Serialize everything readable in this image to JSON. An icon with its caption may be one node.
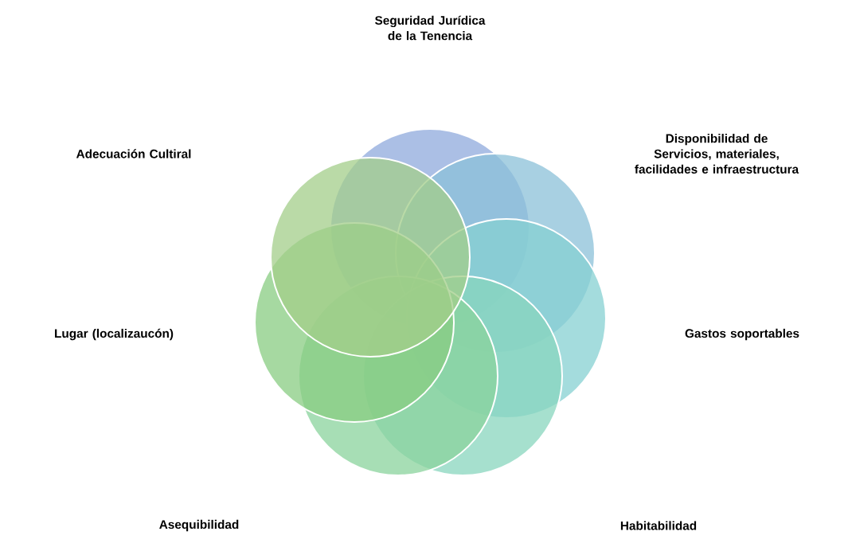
{
  "diagram": {
    "labels": [
      "Seguridad Jurídica de la Tenencia",
      "Adecuación  Cultiral",
      "Disponibilidad de Servicios, materiales, facilidades e infraestructura",
      "Lugar (localizaucón)",
      "Gastos soportables",
      "Asequibilidad",
      "Habitabilidad"
    ]
  }
}
